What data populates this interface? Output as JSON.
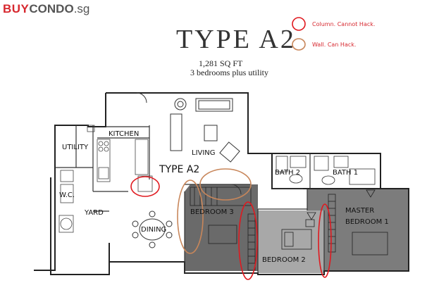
{
  "brand": {
    "part1": "BUY",
    "part2": "CONDO",
    "part3": ".sg"
  },
  "header": {
    "title": "TYPE A2",
    "area": "1,281 SQ FT",
    "rooms": "3 bedrooms plus utility"
  },
  "legend": {
    "column": "Column. Cannot Hack.",
    "wall": "Wall. Can Hack.",
    "column_color": "#e0191f",
    "wall_color": "#c8865a"
  },
  "rooms": {
    "kitchen": "KITCHEN",
    "utility": "UTILITY",
    "wc": "W.C.",
    "yard": "YARD",
    "dining": "DINING",
    "living": "LIVING",
    "unit": "TYPE A2",
    "bedroom3": "BEDROOM 3",
    "bedroom2": "BEDROOM 2",
    "master": "MASTER",
    "master2": "BEDROOM 1",
    "bath2": "BATH 2",
    "bath1": "BATH 1"
  }
}
